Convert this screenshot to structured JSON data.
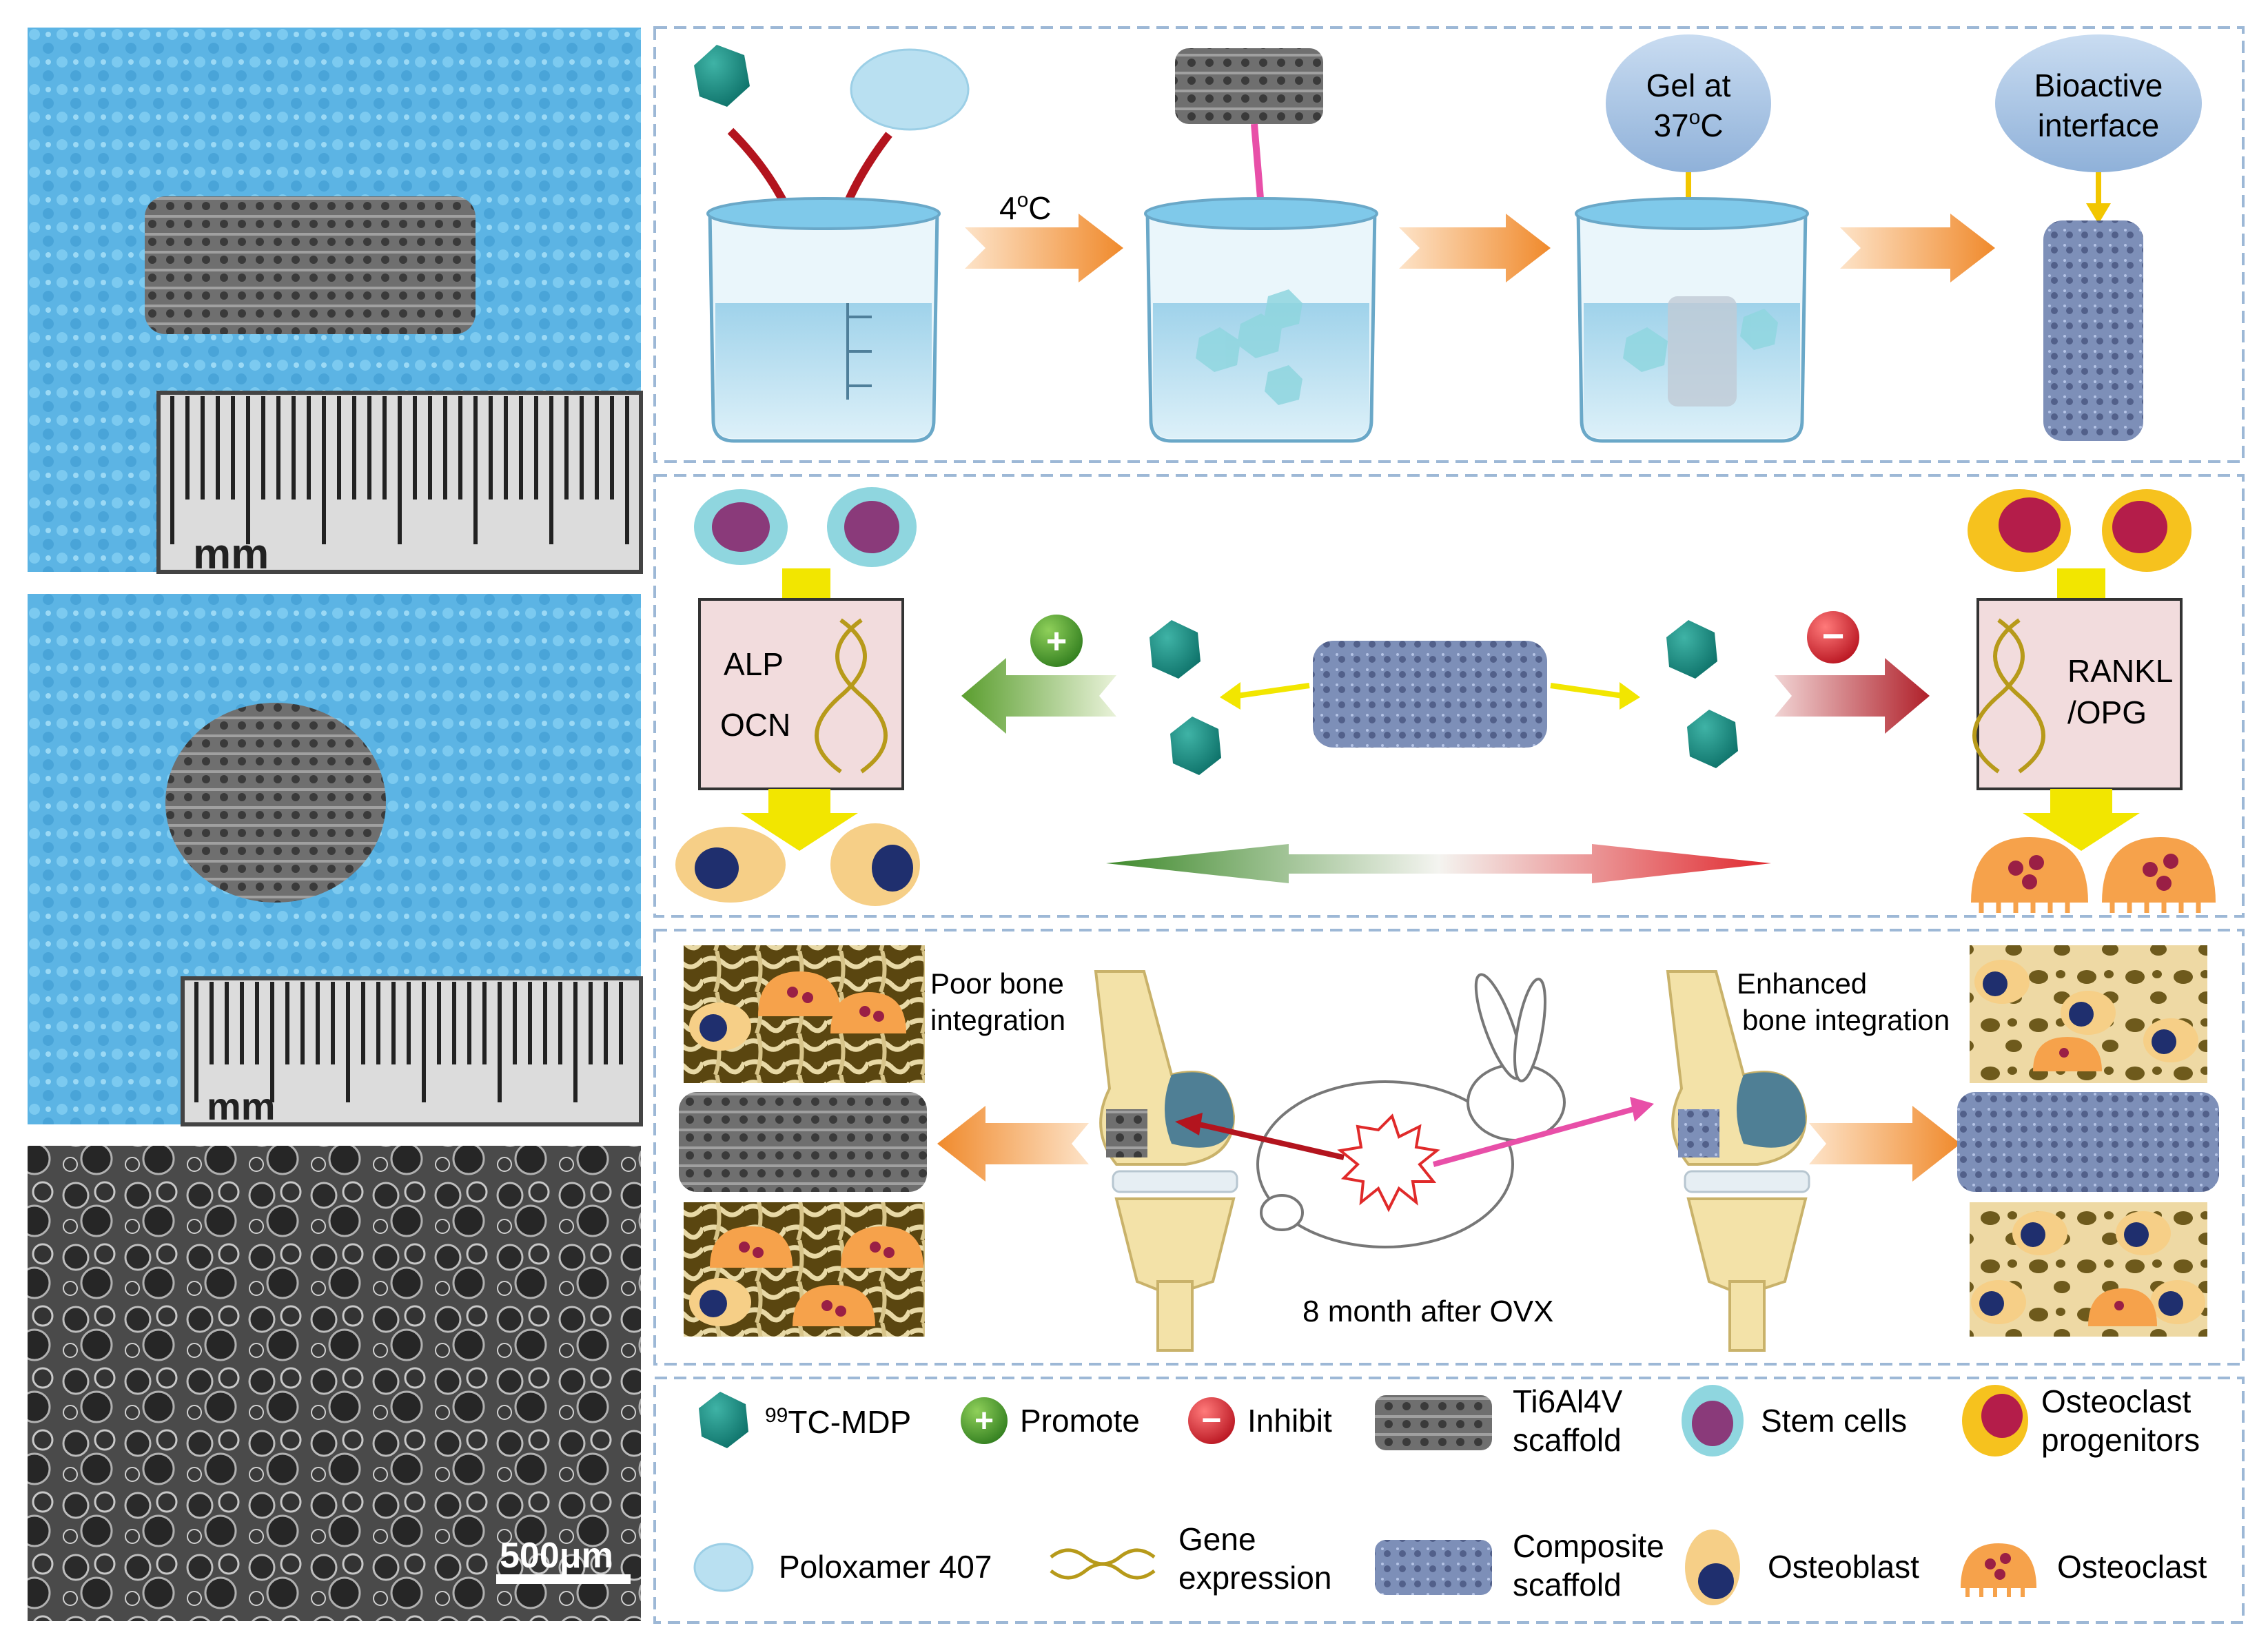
{
  "photos": {
    "scale_unit_top": "mm",
    "scale_unit_middle": "mm",
    "sem_scale_bar": "500μm"
  },
  "step1": {
    "temp_label_base": "4",
    "temp_label_sup": "o",
    "temp_label_unit": "C",
    "gel_bubble_line1": "Gel at",
    "gel_bubble_line2_base": "37",
    "gel_bubble_line2_sup": "o",
    "gel_bubble_line2_unit": "C",
    "bioactive_line1": "Bioactive",
    "bioactive_line2": "interface"
  },
  "step2": {
    "left_box_gene1": "ALP",
    "left_box_gene2": "OCN",
    "right_box_gene1": "RANKL",
    "right_box_gene2": "/OPG",
    "promote_symbol": "+",
    "inhibit_symbol": "−"
  },
  "step3": {
    "poor_line1": "Poor bone",
    "poor_line2": "integration",
    "enhanced_line1": "Enhanced",
    "enhanced_line2": "bone integration",
    "timeline": "8 month after OVX"
  },
  "legend": {
    "tc_mdp_sup": "99",
    "tc_mdp": "TC-MDP",
    "promote": "Promote",
    "inhibit": "Inhibit",
    "ti_scaffold_line1": "Ti6Al4V",
    "ti_scaffold_line2": "scaffold",
    "stem_cells": "Stem cells",
    "osteoclast_progenitors_line1": "Osteoclast",
    "osteoclast_progenitors_line2": "progenitors",
    "poloxamer": "Poloxamer 407",
    "gene_line1": "Gene",
    "gene_line2": "expression",
    "composite_line1": "Composite",
    "composite_line2": "scaffold",
    "osteoblast": "Osteoblast",
    "osteoclast": "Osteoclast"
  },
  "colors": {
    "panel_border": "#9db8d6",
    "hexagon": "#0f8a80",
    "beaker_water": "#bfe3f3",
    "arrow_orange": "#f08a2c",
    "box_fill": "#f2dcdd",
    "bubble": "#aec8e6"
  }
}
